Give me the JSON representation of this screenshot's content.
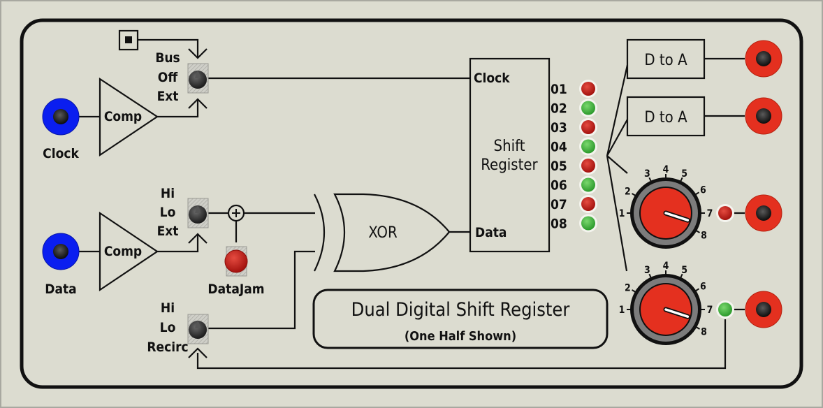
{
  "panel": {
    "title": "Dual Digital Shift Register",
    "subtitle": "(One Half Shown)",
    "colors": {
      "background": "#dcdcd0",
      "jack_blue": "#0a1ef0",
      "jack_red": "#e4301f",
      "led_red": "#c81e1a",
      "led_green": "#3cb43c",
      "knob_red": "#e4301f"
    }
  },
  "inputs": {
    "clock": {
      "label": "Clock",
      "comparator_label": "Comp"
    },
    "data": {
      "label": "Data",
      "comparator_label": "Comp"
    }
  },
  "switches": {
    "clock_source": {
      "options": [
        "Bus",
        "Off",
        "Ext"
      ],
      "selected": "Off"
    },
    "data_source": {
      "options": [
        "Hi",
        "Lo",
        "Ext"
      ],
      "selected": "Lo"
    },
    "recirc": {
      "options": [
        "Hi",
        "Lo",
        "Recirc"
      ],
      "selected": "Lo"
    }
  },
  "datajam": {
    "label": "DataJam"
  },
  "xor": {
    "label": "XOR"
  },
  "shift_register": {
    "title_line1": "Shift",
    "title_line2": "Register",
    "clock_label": "Clock",
    "data_label": "Data",
    "outputs": [
      {
        "label": "01",
        "state": "red"
      },
      {
        "label": "02",
        "state": "green"
      },
      {
        "label": "03",
        "state": "red"
      },
      {
        "label": "04",
        "state": "green"
      },
      {
        "label": "05",
        "state": "red"
      },
      {
        "label": "06",
        "state": "green"
      },
      {
        "label": "07",
        "state": "red"
      },
      {
        "label": "08",
        "state": "green"
      }
    ]
  },
  "dacs": [
    {
      "label": "D to A"
    },
    {
      "label": "D to A"
    }
  ],
  "knobs": [
    {
      "scale": [
        "1",
        "2",
        "3",
        "4",
        "5",
        "6",
        "7",
        "8"
      ],
      "value": 7.6,
      "led": "red"
    },
    {
      "scale": [
        "1",
        "2",
        "3",
        "4",
        "5",
        "6",
        "7",
        "8"
      ],
      "value": 7.6,
      "led": "green"
    }
  ]
}
